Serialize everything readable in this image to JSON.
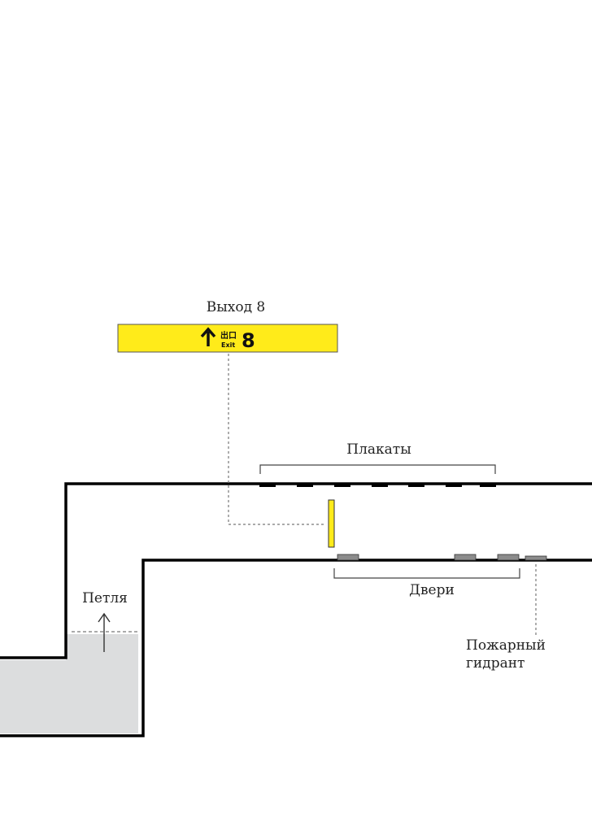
{
  "labels": {
    "exit_title": "Выход 8",
    "posters": "Плакаты",
    "doors": "Двери",
    "loop": "Петля",
    "hydrant_line1": "Пожарный",
    "hydrant_line2": "гидрант"
  },
  "exit_sign": {
    "chinese": "出口",
    "english": "Exit",
    "number": "8"
  },
  "colors": {
    "sign_yellow": "#FFEB1A",
    "wall": "#000000",
    "door_gray": "#8C8C8C",
    "platform_fill": "#DCDDDE",
    "leader": "#777777"
  },
  "icons": {
    "exit_arrow": "arrow-up-icon",
    "loop_arrow": "arrow-up-icon"
  }
}
